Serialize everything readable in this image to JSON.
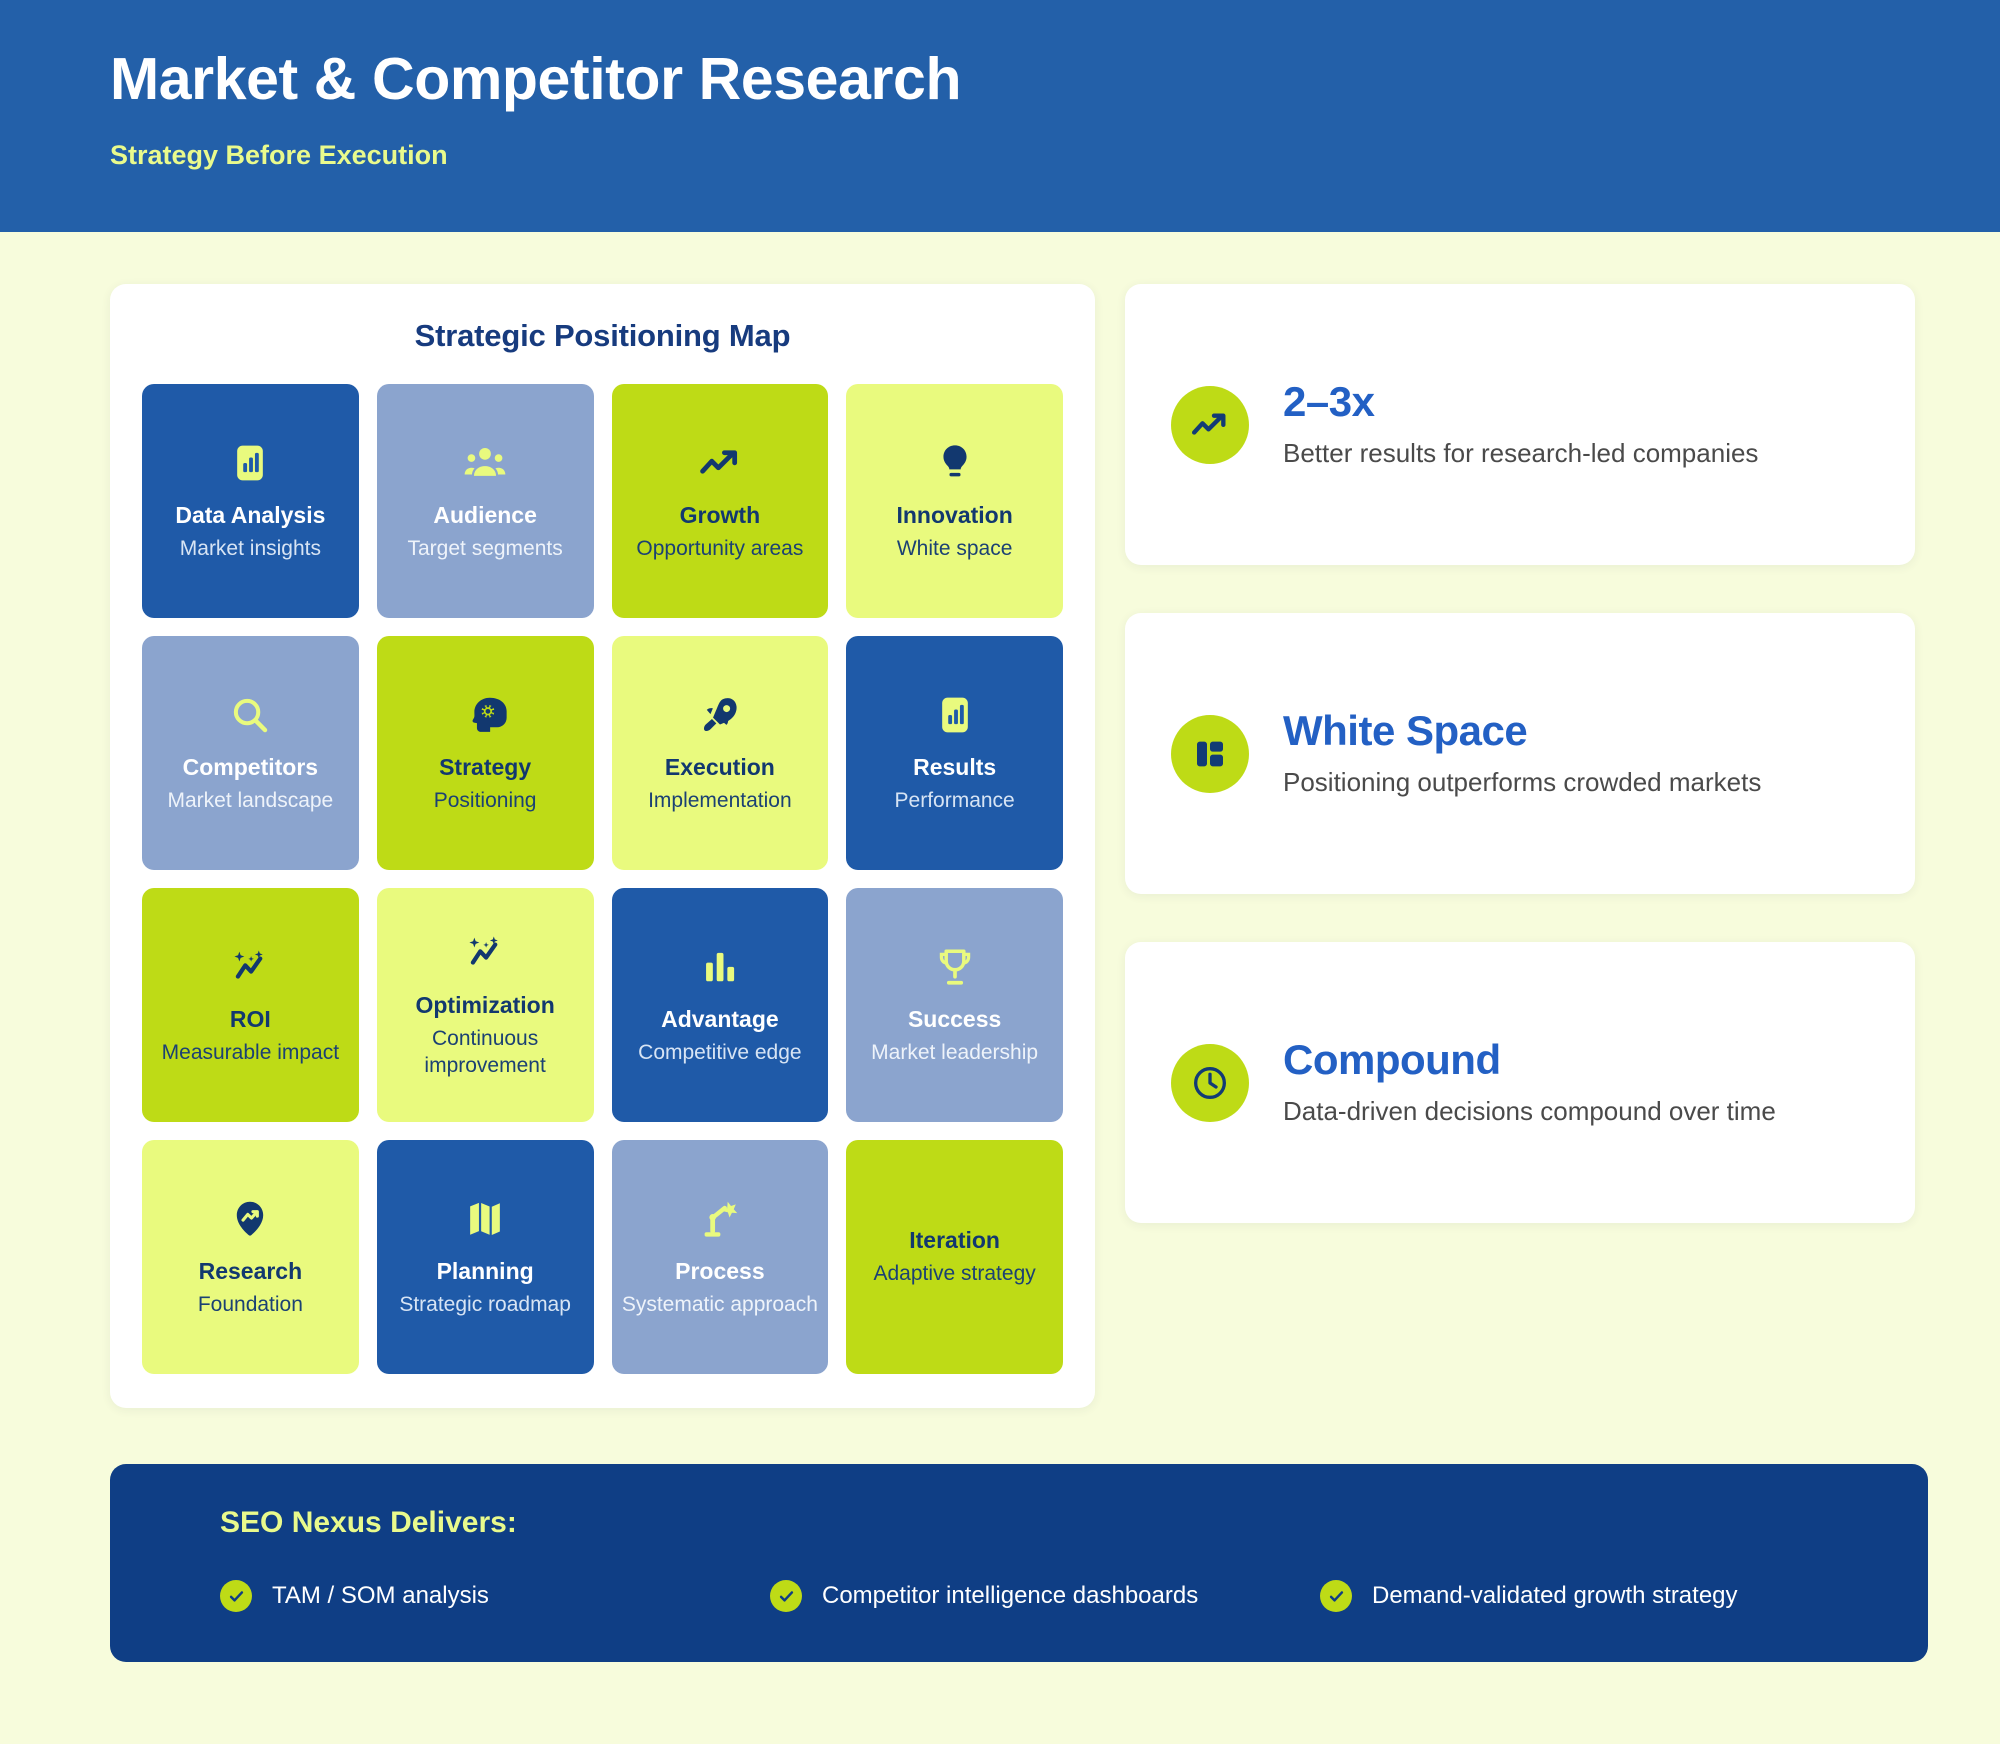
{
  "header": {
    "title": "Market & Competitor Research",
    "subtitle": "Strategy Before Execution"
  },
  "map": {
    "title": "Strategic Positioning Map",
    "tiles": [
      {
        "label": "Data Analysis",
        "sub": "Market insights",
        "icon": "bar-chart-document-icon",
        "variant": "navy"
      },
      {
        "label": "Audience",
        "sub": "Target segments",
        "icon": "people-group-icon",
        "variant": "slate"
      },
      {
        "label": "Growth",
        "sub": "Opportunity areas",
        "icon": "trending-up-icon",
        "variant": "lime"
      },
      {
        "label": "Innovation",
        "sub": "White space",
        "icon": "lightbulb-icon",
        "variant": "pale"
      },
      {
        "label": "Competitors",
        "sub": "Market landscape",
        "icon": "magnifier-icon",
        "variant": "slate"
      },
      {
        "label": "Strategy",
        "sub": "Positioning",
        "icon": "head-gear-icon",
        "variant": "lime"
      },
      {
        "label": "Execution",
        "sub": "Implementation",
        "icon": "rocket-icon",
        "variant": "pale"
      },
      {
        "label": "Results",
        "sub": "Performance",
        "icon": "bar-chart-document-icon",
        "variant": "navy"
      },
      {
        "label": "ROI",
        "sub": "Measurable impact",
        "icon": "sparkle-trend-icon",
        "variant": "lime"
      },
      {
        "label": "Optimization",
        "sub": "Continuous improvement",
        "icon": "sparkle-trend-icon",
        "variant": "pale"
      },
      {
        "label": "Advantage",
        "sub": "Competitive edge",
        "icon": "bar-columns-icon",
        "variant": "navy"
      },
      {
        "label": "Success",
        "sub": "Market leadership",
        "icon": "trophy-icon",
        "variant": "slate"
      },
      {
        "label": "Research",
        "sub": "Foundation",
        "icon": "trend-circle-icon",
        "variant": "pale"
      },
      {
        "label": "Planning",
        "sub": "Strategic roadmap",
        "icon": "map-icon",
        "variant": "navy"
      },
      {
        "label": "Process",
        "sub": "Systematic approach",
        "icon": "robot-arm-icon",
        "variant": "slate"
      },
      {
        "label": "Iteration",
        "sub": "Adaptive strategy",
        "icon": "",
        "variant": "lime"
      }
    ]
  },
  "stats": [
    {
      "value": "2–3x",
      "desc": "Better results for research-led companies",
      "icon": "trending-up-icon"
    },
    {
      "value": "White Space",
      "desc": "Positioning outperforms crowded markets",
      "icon": "layout-panels-icon"
    },
    {
      "value": "Compound",
      "desc": "Data-driven decisions compound over time",
      "icon": "clock-icon"
    }
  ],
  "delivers": {
    "title": "SEO Nexus Delivers:",
    "items": [
      "TAM / SOM analysis",
      "Competitor intelligence dashboards",
      "Demand-validated growth strategy"
    ]
  },
  "colors": {
    "header_blue": "#2360A9",
    "page_bg": "#F7FCDC",
    "tile_navy": "#1F5AA8",
    "tile_slate": "#8BA4CE",
    "tile_lime": "#BEDB16",
    "tile_pale": "#E9FA7E",
    "accent_lime": "#E9FA8C",
    "bar_navy": "#0F3E85",
    "stat_blue": "#2360C4"
  }
}
